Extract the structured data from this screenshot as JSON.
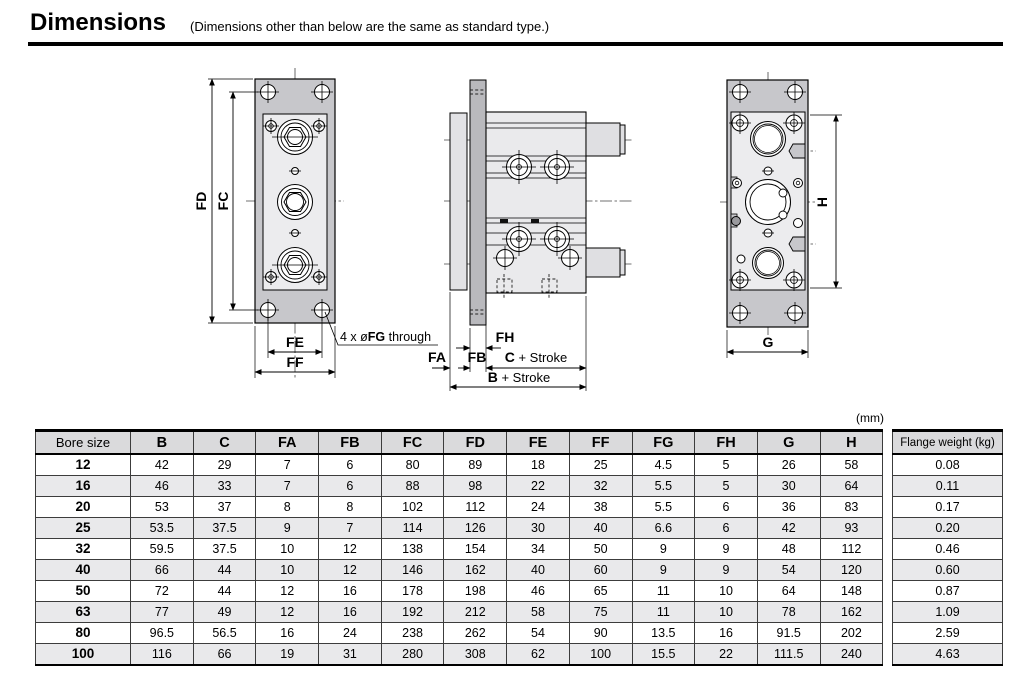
{
  "page": {
    "title": "Dimensions",
    "subtitle": "(Dimensions other than below are the same as standard type.)"
  },
  "drawings": {
    "front_view": {
      "dim_fd": "FD",
      "dim_fc": "FC",
      "dim_fe": "FE",
      "dim_ff": "FF",
      "hole_note_prefix": "4 x ø",
      "hole_note_bold": "FG",
      "hole_note_suffix": " through"
    },
    "side_view": {
      "dim_fa": "FA",
      "dim_fb": "FB",
      "dim_fh": "FH",
      "dim_c_bold": "C",
      "dim_c_rest": " + Stroke",
      "dim_b_bold": "B",
      "dim_b_rest": " + Stroke"
    },
    "rear_view": {
      "dim_g": "G",
      "dim_h": "H"
    }
  },
  "table": {
    "unit_note": "(mm)",
    "col_bore": "Bore size",
    "columns": [
      "B",
      "C",
      "FA",
      "FB",
      "FC",
      "FD",
      "FE",
      "FF",
      "FG",
      "FH",
      "G",
      "H"
    ],
    "flange_col": "Flange weight (kg)",
    "rows": [
      {
        "bore": "12",
        "values": [
          "42",
          "29",
          "7",
          "6",
          "80",
          "89",
          "18",
          "25",
          "4.5",
          "5",
          "26",
          "58"
        ],
        "flange_weight": "0.08"
      },
      {
        "bore": "16",
        "values": [
          "46",
          "33",
          "7",
          "6",
          "88",
          "98",
          "22",
          "32",
          "5.5",
          "5",
          "30",
          "64"
        ],
        "flange_weight": "0.11"
      },
      {
        "bore": "20",
        "values": [
          "53",
          "37",
          "8",
          "8",
          "102",
          "112",
          "24",
          "38",
          "5.5",
          "6",
          "36",
          "83"
        ],
        "flange_weight": "0.17"
      },
      {
        "bore": "25",
        "values": [
          "53.5",
          "37.5",
          "9",
          "7",
          "114",
          "126",
          "30",
          "40",
          "6.6",
          "6",
          "42",
          "93"
        ],
        "flange_weight": "0.20"
      },
      {
        "bore": "32",
        "values": [
          "59.5",
          "37.5",
          "10",
          "12",
          "138",
          "154",
          "34",
          "50",
          "9",
          "9",
          "48",
          "112"
        ],
        "flange_weight": "0.46"
      },
      {
        "bore": "40",
        "values": [
          "66",
          "44",
          "10",
          "12",
          "146",
          "162",
          "40",
          "60",
          "9",
          "9",
          "54",
          "120"
        ],
        "flange_weight": "0.60"
      },
      {
        "bore": "50",
        "values": [
          "72",
          "44",
          "12",
          "16",
          "178",
          "198",
          "46",
          "65",
          "11",
          "10",
          "64",
          "148"
        ],
        "flange_weight": "0.87"
      },
      {
        "bore": "63",
        "values": [
          "77",
          "49",
          "12",
          "16",
          "192",
          "212",
          "58",
          "75",
          "11",
          "10",
          "78",
          "162"
        ],
        "flange_weight": "1.09"
      },
      {
        "bore": "80",
        "values": [
          "96.5",
          "56.5",
          "16",
          "24",
          "238",
          "262",
          "54",
          "90",
          "13.5",
          "16",
          "91.5",
          "202"
        ],
        "flange_weight": "2.59"
      },
      {
        "bore": "100",
        "values": [
          "116",
          "66",
          "19",
          "31",
          "280",
          "308",
          "62",
          "100",
          "15.5",
          "22",
          "111.5",
          "240"
        ],
        "flange_weight": "4.63"
      }
    ]
  }
}
